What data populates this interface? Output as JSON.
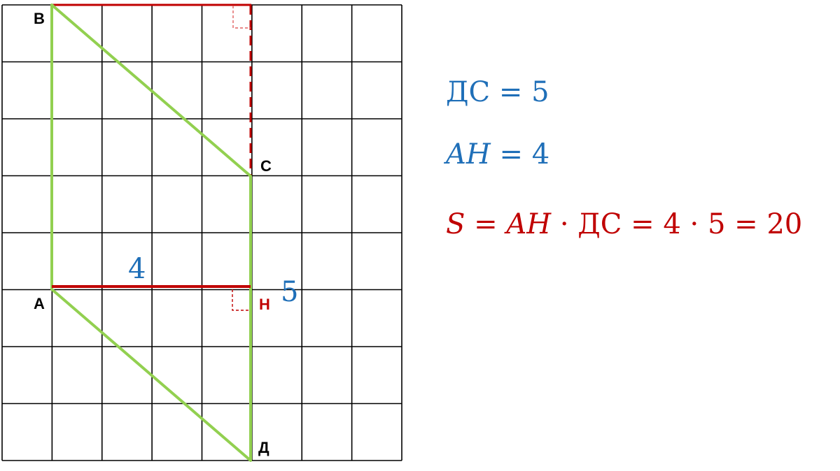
{
  "vertices": {
    "B": "В",
    "C": "С",
    "A": "А",
    "H": "Н",
    "D": "Д"
  },
  "measures": {
    "ah": "4",
    "dc": "5"
  },
  "formulas": {
    "line1": "ДС = 5",
    "line2_var": "AH",
    "line2_rest": " = 4",
    "line3_s": "S",
    "line3_eq1": " = ",
    "line3_ah": "AH",
    "line3_rest": " · ДС = 4 · 5 = 20"
  },
  "colors": {
    "grid": "#000000",
    "figure": "#92d050",
    "height": "#c00000",
    "blue": "#1f6fb8",
    "red": "#c00000",
    "label": "#000000"
  }
}
